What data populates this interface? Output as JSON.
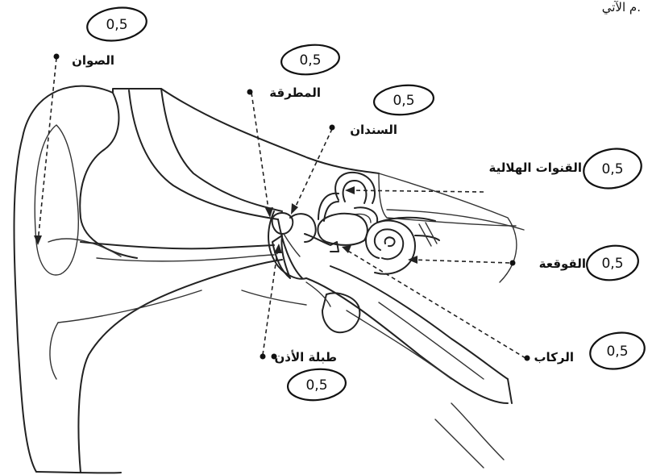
{
  "header": {
    "fragment": "م الآتي."
  },
  "labels": {
    "pinna": "الصوان",
    "malleus": "المطرقة",
    "incus": "السندان",
    "semicircular_canals": "القنوات الهلالية",
    "cochlea": "القوقعة",
    "stapes": "الركاب",
    "eardrum": "طبلة الأذن"
  },
  "scores": {
    "pinna": "0,5",
    "malleus": "0,5",
    "incus": "0,5",
    "semicircular_canals": "0,5",
    "cochlea": "0,5",
    "stapes": "0,5",
    "eardrum": "0,5"
  }
}
